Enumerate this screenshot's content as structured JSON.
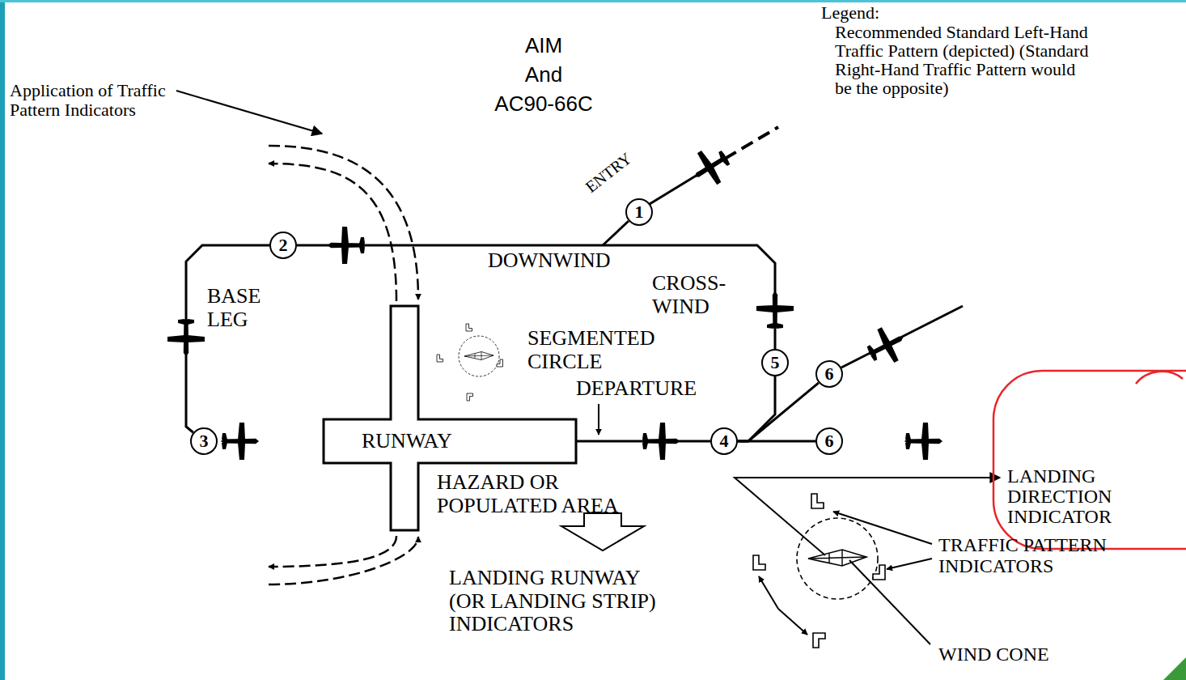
{
  "diagram": {
    "nodes": [
      {
        "text": [
          "1"
        ]
      },
      {
        "text": [
          "2"
        ]
      },
      {
        "text": [
          "5"
        ]
      },
      {
        "text": [
          "6"
        ]
      },
      {
        "text": [
          "3"
        ]
      },
      {
        "text": [
          "RUNWAY"
        ]
      },
      {
        "text": [
          "4"
        ]
      },
      {
        "text": [
          "6"
        ]
      }
    ],
    "edges": [
      {
        "from": 1,
        "to": 4,
        "arrow": "none"
      },
      {
        "from": 5,
        "to": 6,
        "arrow": "none"
      },
      {
        "from": 6,
        "to": 2,
        "arrow": "none"
      },
      {
        "from": 6,
        "to": 3,
        "arrow": "none"
      },
      {
        "from": 6,
        "to": 7,
        "arrow": "none"
      },
      {
        "from": 2,
        "to": 1,
        "arrow": "none"
      }
    ],
    "labels": [
      "AIM",
      "And",
      "AC90-66C",
      "Application of Traffic Pattern Indicators",
      "ENTRY",
      "Legend:",
      "DOWNWIND",
      "CROSS- WIND",
      "BASE LEG",
      "SEGMENTED CIRCLE",
      "DEPARTURE",
      "HAZARD OR POPULATED AREA",
      "LANDING DIRECTION INDICATOR",
      "TRAFFIC PATTERN INDICATORS",
      "LANDING RUNWAY (OR LANDING STRIP) INDICATORS",
      "WIND CONE"
    ],
    "legend": [
      {
        "text": "Recommended Standard Left-Hand Traffic Pattern (depicted) (Standard Right-Hand Traffic Pattern would be the opposite)"
      }
    ]
  }
}
